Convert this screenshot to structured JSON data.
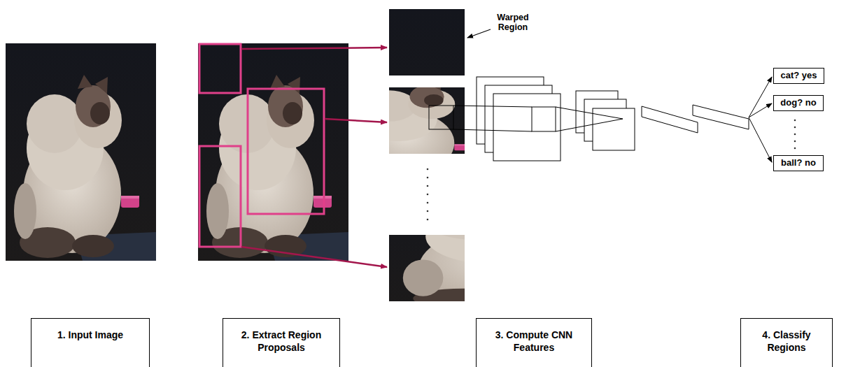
{
  "diagram": {
    "nodes": [
      {
        "text": [
          "cat? yes"
        ]
      },
      {
        "text": [
          "dog? no"
        ]
      },
      {
        "text": [
          "ball? no"
        ]
      },
      {
        "text": [
          "1. Input Image"
        ]
      },
      {
        "text": [
          "2. Extract Region Proposals"
        ]
      },
      {
        "text": [
          "3. Compute CNN Features"
        ]
      },
      {
        "text": [
          "4. Classify Regions"
        ]
      }
    ],
    "labels": [
      "Warped Region"
    ]
  }
}
